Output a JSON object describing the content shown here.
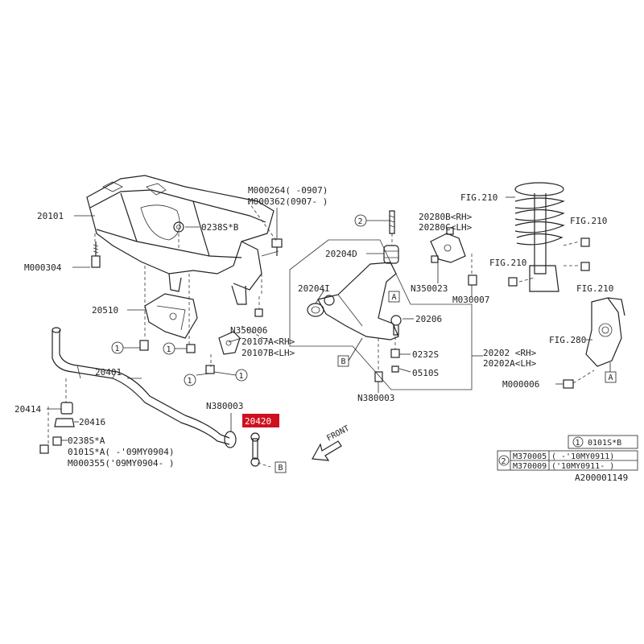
{
  "diagram": {
    "labels": {
      "p20101": "20101",
      "m000304": "M000304",
      "m000264": "M000264( -0907)",
      "m000362": "M000362(0907- )",
      "p0238sb": "0238S*B",
      "p20510": "20510",
      "n350006": "N350006",
      "p20107a": "20107A<RH>",
      "p20107b": "20107B<LH>",
      "p20401": "20401",
      "p20414": "20414",
      "p20416": "20416",
      "p0238sa": "0238S*A",
      "p0101sa": "0101S*A( -'09MY0904)",
      "m000355": "M000355('09MY0904- )",
      "n380003a": "N380003",
      "p20420": "20420",
      "front": "FRONT",
      "p20204d": "20204D",
      "p20204i": "20204I",
      "p20280b": "20280B<RH>",
      "p20280c": "20280C<LH>",
      "n350023": "N350023",
      "m030007": "M030007",
      "p20206": "20206",
      "p0232s": "0232S",
      "p0510s": "0510S",
      "p20202rh": "20202 <RH>",
      "p20202lh": "20202A<LH>",
      "n380003b": "N380003",
      "fig210a": "FIG.210",
      "fig210b": "FIG.210",
      "fig210c": "FIG.210",
      "fig210d": "FIG.210",
      "fig280": "FIG.280",
      "m000006": "M000006",
      "ref_a": "A",
      "ref_b": "B",
      "circ1": "1",
      "circ2": "2"
    },
    "legend": {
      "row1_num": "1",
      "row1_part": "0101S*B",
      "row2_num": "2",
      "row2_part_a": "M370005",
      "row2_range_a": "( -'10MY0911)",
      "row2_part_b": "M370009",
      "row2_range_b": "('10MY0911- )"
    },
    "footer_code": "A200001149",
    "colors": {
      "highlight": "#d0101e",
      "line": "#222222"
    }
  }
}
